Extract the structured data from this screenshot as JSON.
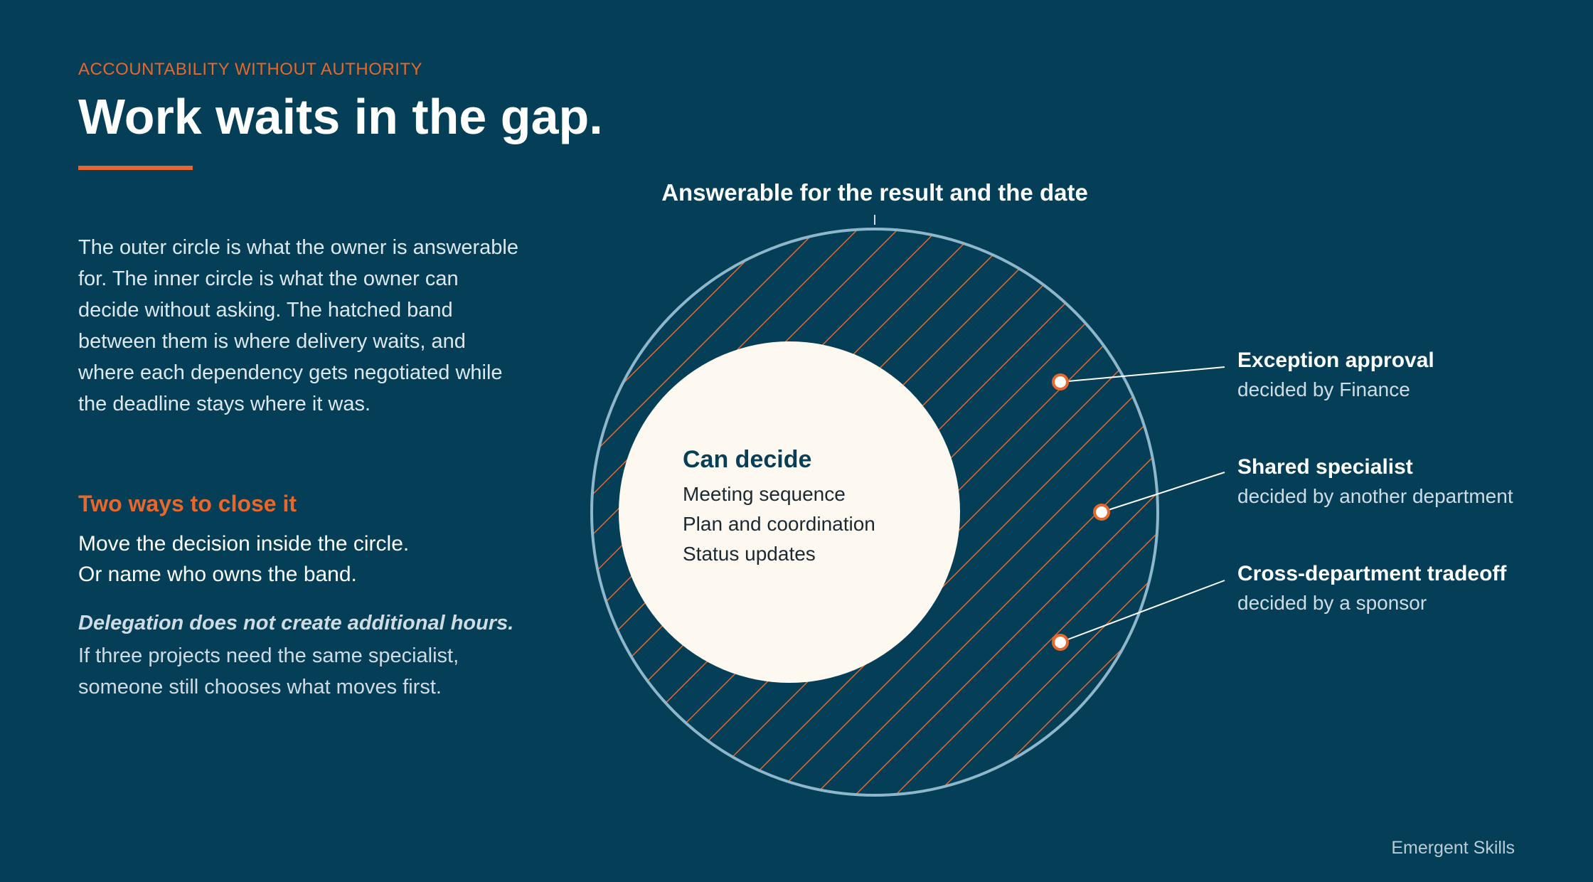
{
  "eyebrow": "ACCOUNTABILITY WITHOUT AUTHORITY",
  "title": "Work waits in the gap.",
  "intro": "The outer circle is what the owner is answerable for. The inner circle is what the owner can decide without asking. The hatched band between them is where delivery waits, and where each dependency gets negotiated while the deadline stays where it was.",
  "close": {
    "heading": "Two ways to close it",
    "lines": [
      "Move the decision inside the circle.",
      "Or name who owns the band."
    ]
  },
  "note": {
    "emphasis": "Delegation does not create additional hours.",
    "body": "If three projects need the same specialist, someone still chooses what moves first."
  },
  "diagram": {
    "outer_label": "Answerable for the result and the date",
    "inner": {
      "title": "Can decide",
      "items": [
        "Meeting sequence",
        "Plan and coordination",
        "Status updates"
      ]
    },
    "callouts": [
      {
        "label": "Exception approval",
        "sub": "decided by Finance"
      },
      {
        "label": "Shared specialist",
        "sub": "decided by another department"
      },
      {
        "label": "Cross-department tradeoff",
        "sub": "decided by a sponsor"
      }
    ],
    "colors": {
      "background": "#043f57",
      "accent": "#e8672c",
      "inner_fill": "#fdf8f0",
      "outer_stroke": "#8fb7cc"
    }
  },
  "footer": "Emergent Skills"
}
